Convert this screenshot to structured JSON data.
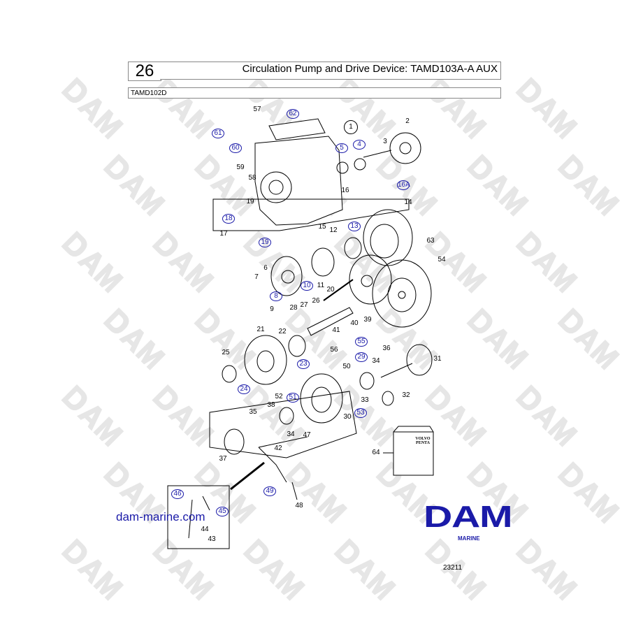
{
  "header": {
    "page_number": "26",
    "title": "Circulation Pump and Drive Device: TAMD103A-A AUX",
    "model": "TAMD102D"
  },
  "watermark": "DAM",
  "labels": [
    "57",
    "62",
    "1",
    "2",
    "61",
    "60",
    "5",
    "4",
    "3",
    "59",
    "58",
    "16A",
    "16",
    "14",
    "19",
    "18",
    "17",
    "19",
    "15",
    "12",
    "13",
    "63",
    "54",
    "6",
    "7",
    "10",
    "11",
    "8",
    "20",
    "28",
    "27",
    "26",
    "9",
    "22",
    "21",
    "41",
    "40",
    "39",
    "55",
    "56",
    "25",
    "23",
    "36",
    "31",
    "29",
    "34",
    "50",
    "24",
    "52",
    "51",
    "33",
    "32",
    "53",
    "35",
    "38",
    "30",
    "34",
    "47",
    "42",
    "64",
    "37",
    "49",
    "48",
    "46",
    "45",
    "44",
    "43"
  ],
  "kit_brand": "VOLVO PENTA",
  "website": "dam-marine.com",
  "logo": {
    "name": "DAM",
    "sub": "MARINE",
    "color": "#1a1aa8"
  },
  "figure_number": "23211"
}
